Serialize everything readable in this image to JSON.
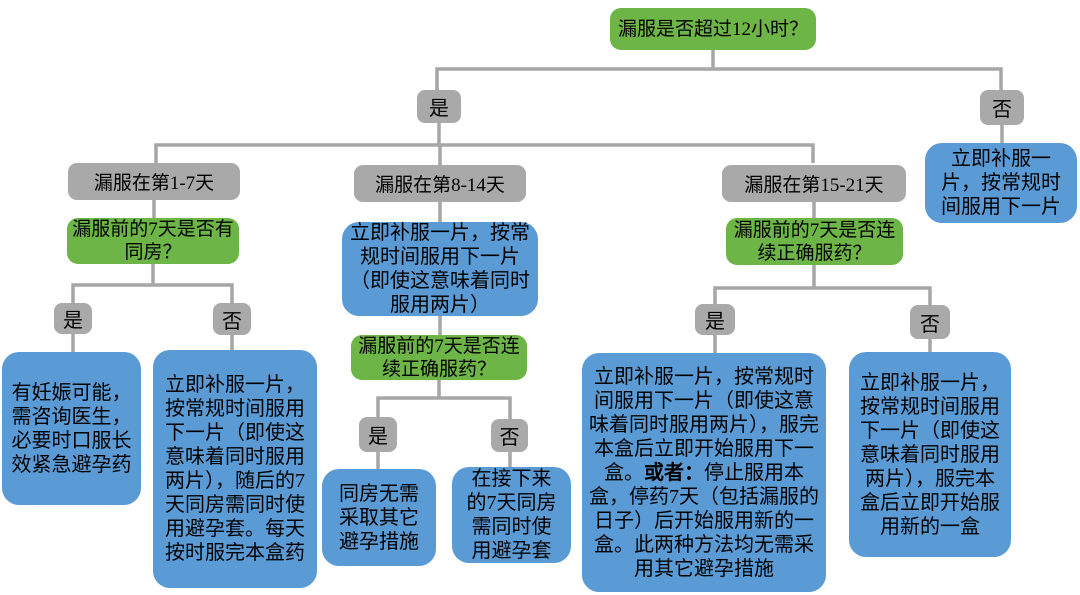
{
  "colors": {
    "question_green": "#6cb546",
    "action_blue": "#5b9bd5",
    "branch_gray": "#a9a9a9",
    "connector_gray": "#a6a6a6",
    "text": "#000000",
    "background": "#ffffff"
  },
  "labels": {
    "yes": "是",
    "no": "否"
  },
  "nodes": {
    "root_question": "漏服是否超过12小时？",
    "no_action": "立即补服一片，按常规时间服用下一片",
    "branch_1_7": "漏服在第1-7天",
    "branch_8_14": "漏服在第8-14天",
    "branch_15_21": "漏服在第15-21天",
    "q_intercourse_7days": "漏服前的7天是否有同房？",
    "mid_action": "立即补服一片，按常规时间服用下一片（即使这意味着同时服用两片）",
    "q_correct_use_mid": "漏服前的7天是否连续正确服药？",
    "q_correct_use_right": "漏服前的7天是否连续正确服药？",
    "leaf_pregnancy_risk": "有妊娠可能，需咨询医生，必要时口服长效紧急避孕药",
    "leaf_1_7_no": "立即补服一片，按常规时间服用下一片（即使这意味着同时服用两片），随后的7天同房需同时使用避孕套。每天按时服完本盒药",
    "leaf_mid_yes": "同房无需采取其它避孕措施",
    "leaf_mid_no": "在接下来的7天同房需同时使用避孕套",
    "leaf_right_yes_part1": "立即补服一片，按常规时间服用下一片（即使这意味着同时服用两片），服完本盒后立即开始服用下一盒。",
    "leaf_right_yes_bold": "或者：",
    "leaf_right_yes_part2": "停止服用本盒，停药7天（包括漏服的日子）后开始服用新的一盒。此两种方法均无需采用其它避孕措施",
    "leaf_right_no": "立即补服一片，按常规时间服用下一片（即使这意味着同时服用两片），服完本盒后立即开始服用新的一盒"
  }
}
